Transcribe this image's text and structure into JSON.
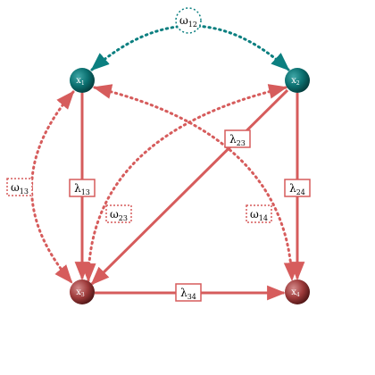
{
  "nodes": [
    {
      "id": "x1",
      "label": "x",
      "sub": "1",
      "kind": "teal"
    },
    {
      "id": "x2",
      "label": "x",
      "sub": "2",
      "kind": "teal"
    },
    {
      "id": "x3",
      "label": "x",
      "sub": "3",
      "kind": "maroon"
    },
    {
      "id": "x4",
      "label": "x",
      "sub": "4",
      "kind": "maroon"
    }
  ],
  "edges": {
    "lambda": [
      {
        "id": "l13",
        "from": "x1",
        "to": "x3",
        "sym": "λ",
        "sub": "13"
      },
      {
        "id": "l24",
        "from": "x2",
        "to": "x4",
        "sym": "λ",
        "sub": "24"
      },
      {
        "id": "l23",
        "from": "x2",
        "to": "x3",
        "sym": "λ",
        "sub": "23"
      },
      {
        "id": "l34",
        "from": "x3",
        "to": "x4",
        "sym": "λ",
        "sub": "34"
      }
    ],
    "omega": [
      {
        "id": "w12",
        "a": "x1",
        "b": "x2",
        "sym": "ω",
        "sub": "12"
      },
      {
        "id": "w13",
        "a": "x1",
        "b": "x3",
        "sym": "ω",
        "sub": "13"
      },
      {
        "id": "w23",
        "a": "x2",
        "b": "x3",
        "sym": "ω",
        "sub": "23"
      },
      {
        "id": "w14",
        "a": "x1",
        "b": "x4",
        "sym": "ω",
        "sub": "14"
      }
    ]
  },
  "colors": {
    "teal": "#0b7070",
    "teal_dark": "#064848",
    "maroon": "#9e3b3b",
    "maroon_dark": "#5c1e1e",
    "edge": "#d65c5c",
    "omega12": "#0b7f80"
  }
}
